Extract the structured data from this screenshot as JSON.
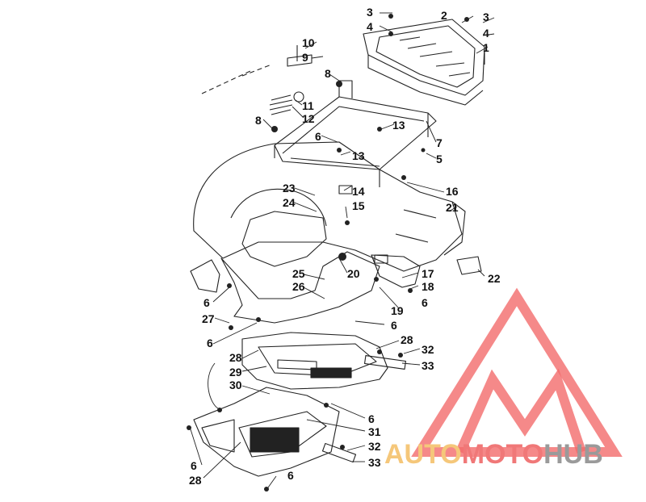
{
  "diagram": {
    "part_numbers": [
      "1",
      "2",
      "3",
      "3",
      "4",
      "4",
      "5",
      "6",
      "6",
      "6",
      "6",
      "6",
      "6",
      "6",
      "7",
      "8",
      "8",
      "9",
      "10",
      "11",
      "12",
      "13",
      "13",
      "14",
      "15",
      "16",
      "17",
      "18",
      "19",
      "20",
      "21",
      "22",
      "23",
      "24",
      "25",
      "26",
      "27",
      "28",
      "28",
      "28",
      "29",
      "30",
      "31",
      "32",
      "32",
      "33",
      "33"
    ]
  },
  "watermark": {
    "word_part1": "AUTO",
    "word_part2": "MOTO",
    "word_part3": "HUB",
    "colors": {
      "auto": "#f5c77a",
      "moto": "#f07878",
      "hub": "#9a9a9a",
      "triangle": "#f26b6b"
    }
  }
}
